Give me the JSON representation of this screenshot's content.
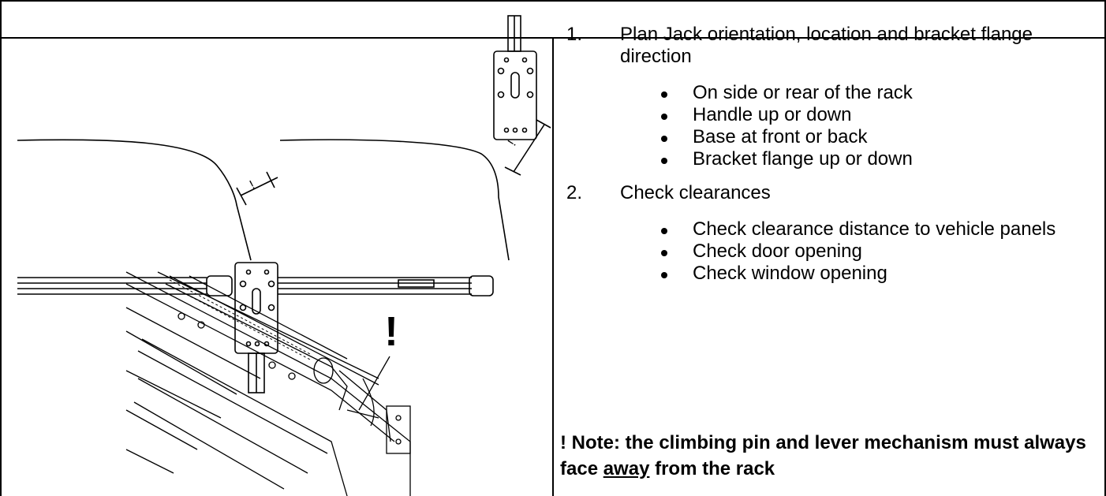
{
  "steps": [
    {
      "number": "1.",
      "text": "Plan Jack orientation, location and bracket flange direction",
      "bullets": [
        "On side or rear of the rack",
        "Handle up or down",
        "Base at front or back",
        "Bracket flange up or down"
      ]
    },
    {
      "number": "2.",
      "text": "Check clearances",
      "bullets": [
        "Check clearance distance to vehicle panels",
        "Check door opening",
        "Check window opening"
      ]
    }
  ],
  "note": {
    "before": "! Note: the climbing pin and lever mechanism must always face ",
    "underlined": "away",
    "after": " from the rack"
  },
  "diagram": {
    "clearance_mark_left": "!",
    "clearance_mark_right": "!",
    "callout_mark": "!"
  }
}
